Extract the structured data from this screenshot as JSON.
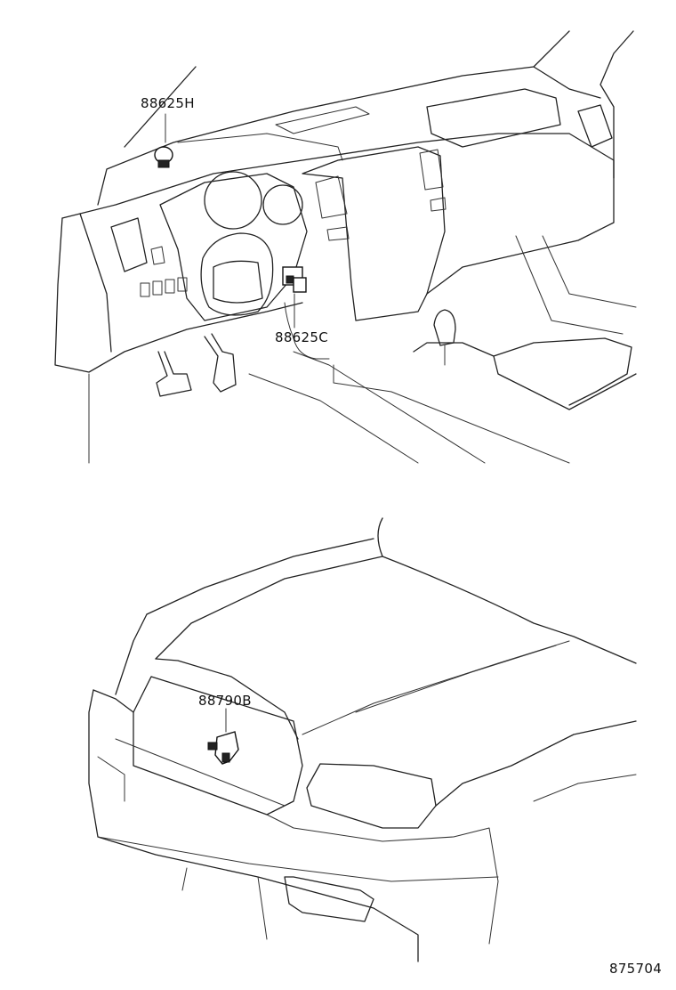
{
  "callouts": {
    "upper_sensor": "88625H",
    "lower_sensor": "88625C",
    "front_sensor": "88790B"
  },
  "illustration_number": "875704"
}
